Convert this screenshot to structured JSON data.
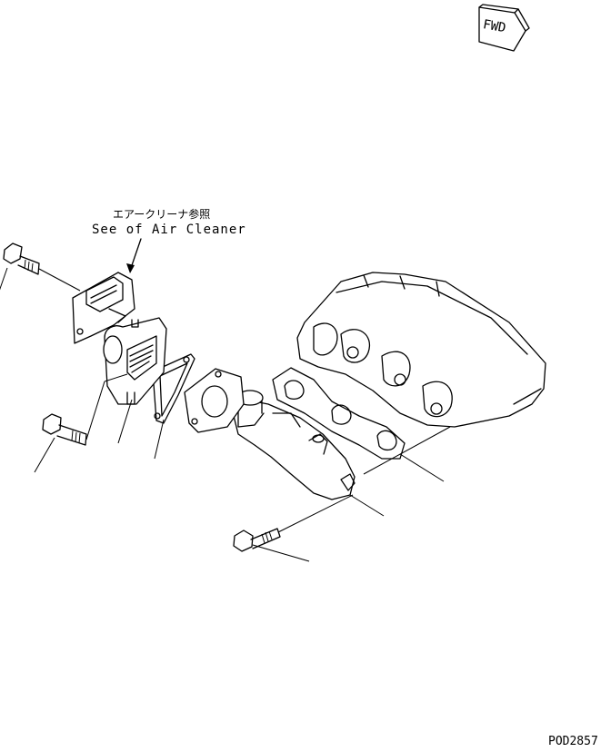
{
  "badge": {
    "text": "FWD"
  },
  "callout": {
    "jp": "エアークリーナ参照",
    "en": "See of Air Cleaner"
  },
  "drawing_code": "POD2857"
}
